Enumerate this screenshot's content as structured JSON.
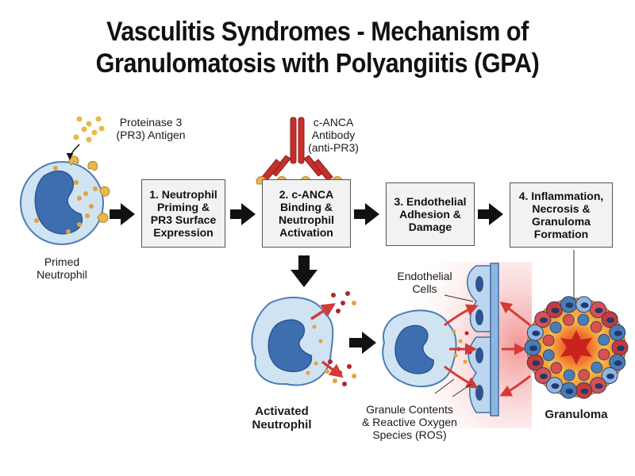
{
  "title": {
    "line1": "Vasculitis Syndromes - Mechanism of",
    "line2": "Granulomatosis with Polyangiitis (GPA)"
  },
  "labels": {
    "antigen": "Proteinase 3\n(PR3) Antigen",
    "antibody": "c-ANCA\nAntibody\n(anti-PR3)",
    "primed": "Primed\nNeutrophil",
    "activated": "Activated\nNeutrophil",
    "endothelial": "Endothelial\nCells",
    "granule": "Granule Contents\n& Reactive Oxygen\nSpecies (ROS)",
    "granuloma": "Granuloma"
  },
  "steps": [
    "1. Neutrophil\nPriming &\nPR3 Surface\nExpression",
    "2. c-ANCA\nBinding &\nNeutrophil\nActivation",
    "3. Endothelial\nAdhesion &\nDamage",
    "4. Inflammation,\nNecrosis &\nGranuloma\nFormation"
  ],
  "colors": {
    "cell_fill": "#cfe3f3",
    "nucleus": "#3d6fb0",
    "granule": "#e4a23c",
    "antibody": "#c6302a",
    "antigen": "#e9b84a",
    "inflammation": "#f4b0b0",
    "arrow": "#111111",
    "red_arrow": "#d63a36"
  }
}
